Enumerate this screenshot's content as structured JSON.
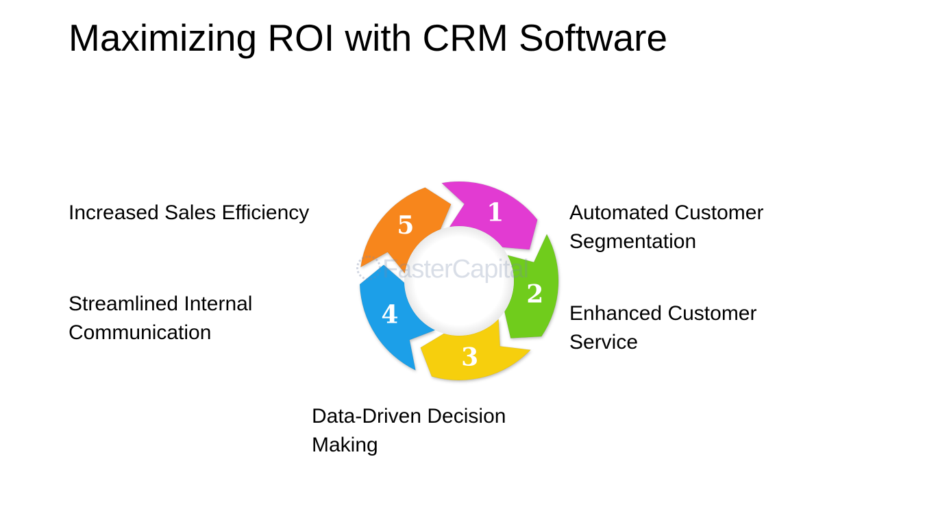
{
  "title": "Maximizing ROI with CRM Software",
  "watermark": "FasterCapital",
  "steps": [
    {
      "number": "1",
      "label_lines": [
        "Automated Customer",
        "Segmentation"
      ],
      "color": "#e23ad2"
    },
    {
      "number": "2",
      "label_lines": [
        "Enhanced Customer",
        "Service"
      ],
      "color": "#6fcc1a"
    },
    {
      "number": "3",
      "label_lines": [
        "Data-Driven Decision",
        "Making"
      ],
      "color": "#f6cf0c"
    },
    {
      "number": "4",
      "label_lines": [
        "Streamlined Internal",
        "Communication"
      ],
      "color": "#1a9fe8"
    },
    {
      "number": "5",
      "label_lines": [
        "Increased Sales Efficiency"
      ],
      "color": "#f7861a"
    }
  ]
}
